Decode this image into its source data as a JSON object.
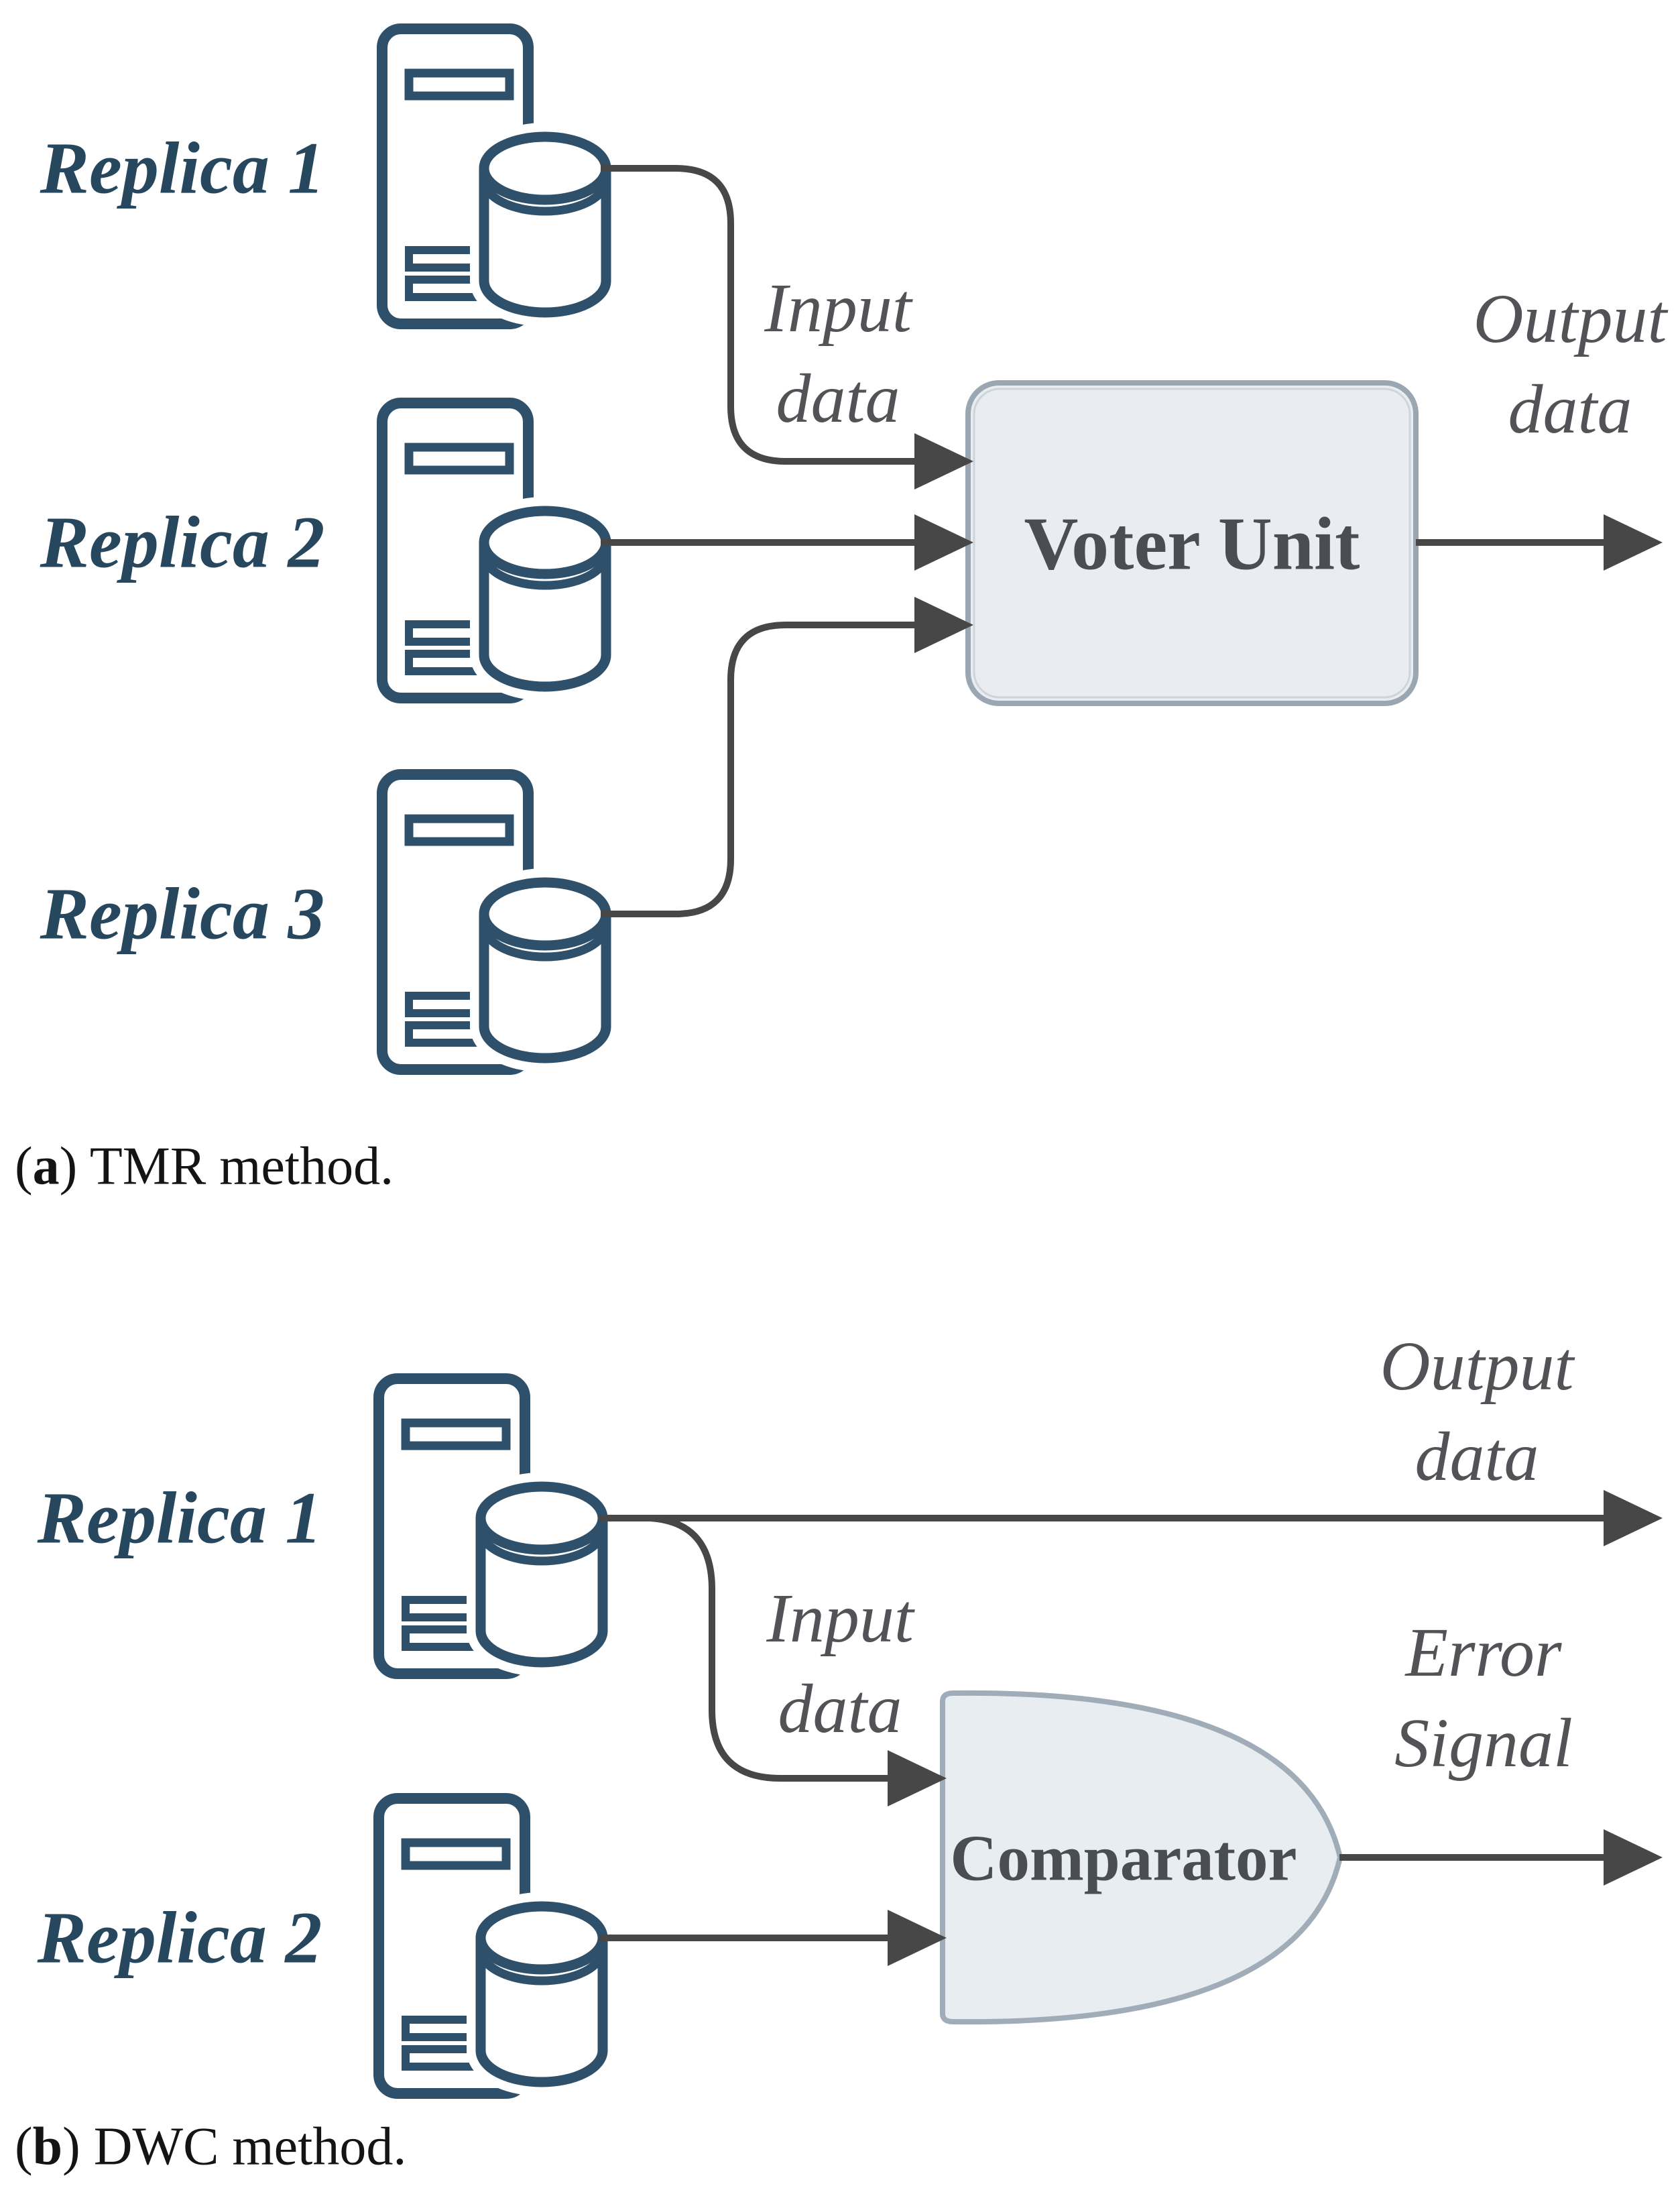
{
  "colors": {
    "icon_stroke": "#2E506B",
    "replica_label_text": "#26475E",
    "flow_line": "#474747",
    "io_label_text": "#515356",
    "unit_box_fill": "#E9EDF1",
    "unit_box_border": "#9AA6B2",
    "unit_label_text": "#4A4E52",
    "caption_text": "#141414"
  },
  "icons": {
    "replica_icon": "server-database-icon",
    "arrow_icon": "arrowhead-icon"
  },
  "part_a": {
    "caption": {
      "open": "(",
      "letter": "a",
      "rest": ") TMR method."
    },
    "unit_label": "Voter Unit",
    "labels": {
      "input": {
        "line1": "Input",
        "line2": "data"
      },
      "output": {
        "line1": "Output",
        "line2": "data"
      }
    },
    "replicas": [
      {
        "label": "Replica 1"
      },
      {
        "label": "Replica 2"
      },
      {
        "label": "Replica 3"
      }
    ]
  },
  "part_b": {
    "caption": {
      "open": "(",
      "letter": "b",
      "rest": ") DWC method."
    },
    "unit_label": "Comparator",
    "labels": {
      "input": {
        "line1": "Input",
        "line2": "data"
      },
      "output": {
        "line1": "Output",
        "line2": "data"
      },
      "error": {
        "line1": "Error",
        "line2": "Signal"
      }
    },
    "replicas": [
      {
        "label": "Replica 1"
      },
      {
        "label": "Replica 2"
      }
    ]
  }
}
